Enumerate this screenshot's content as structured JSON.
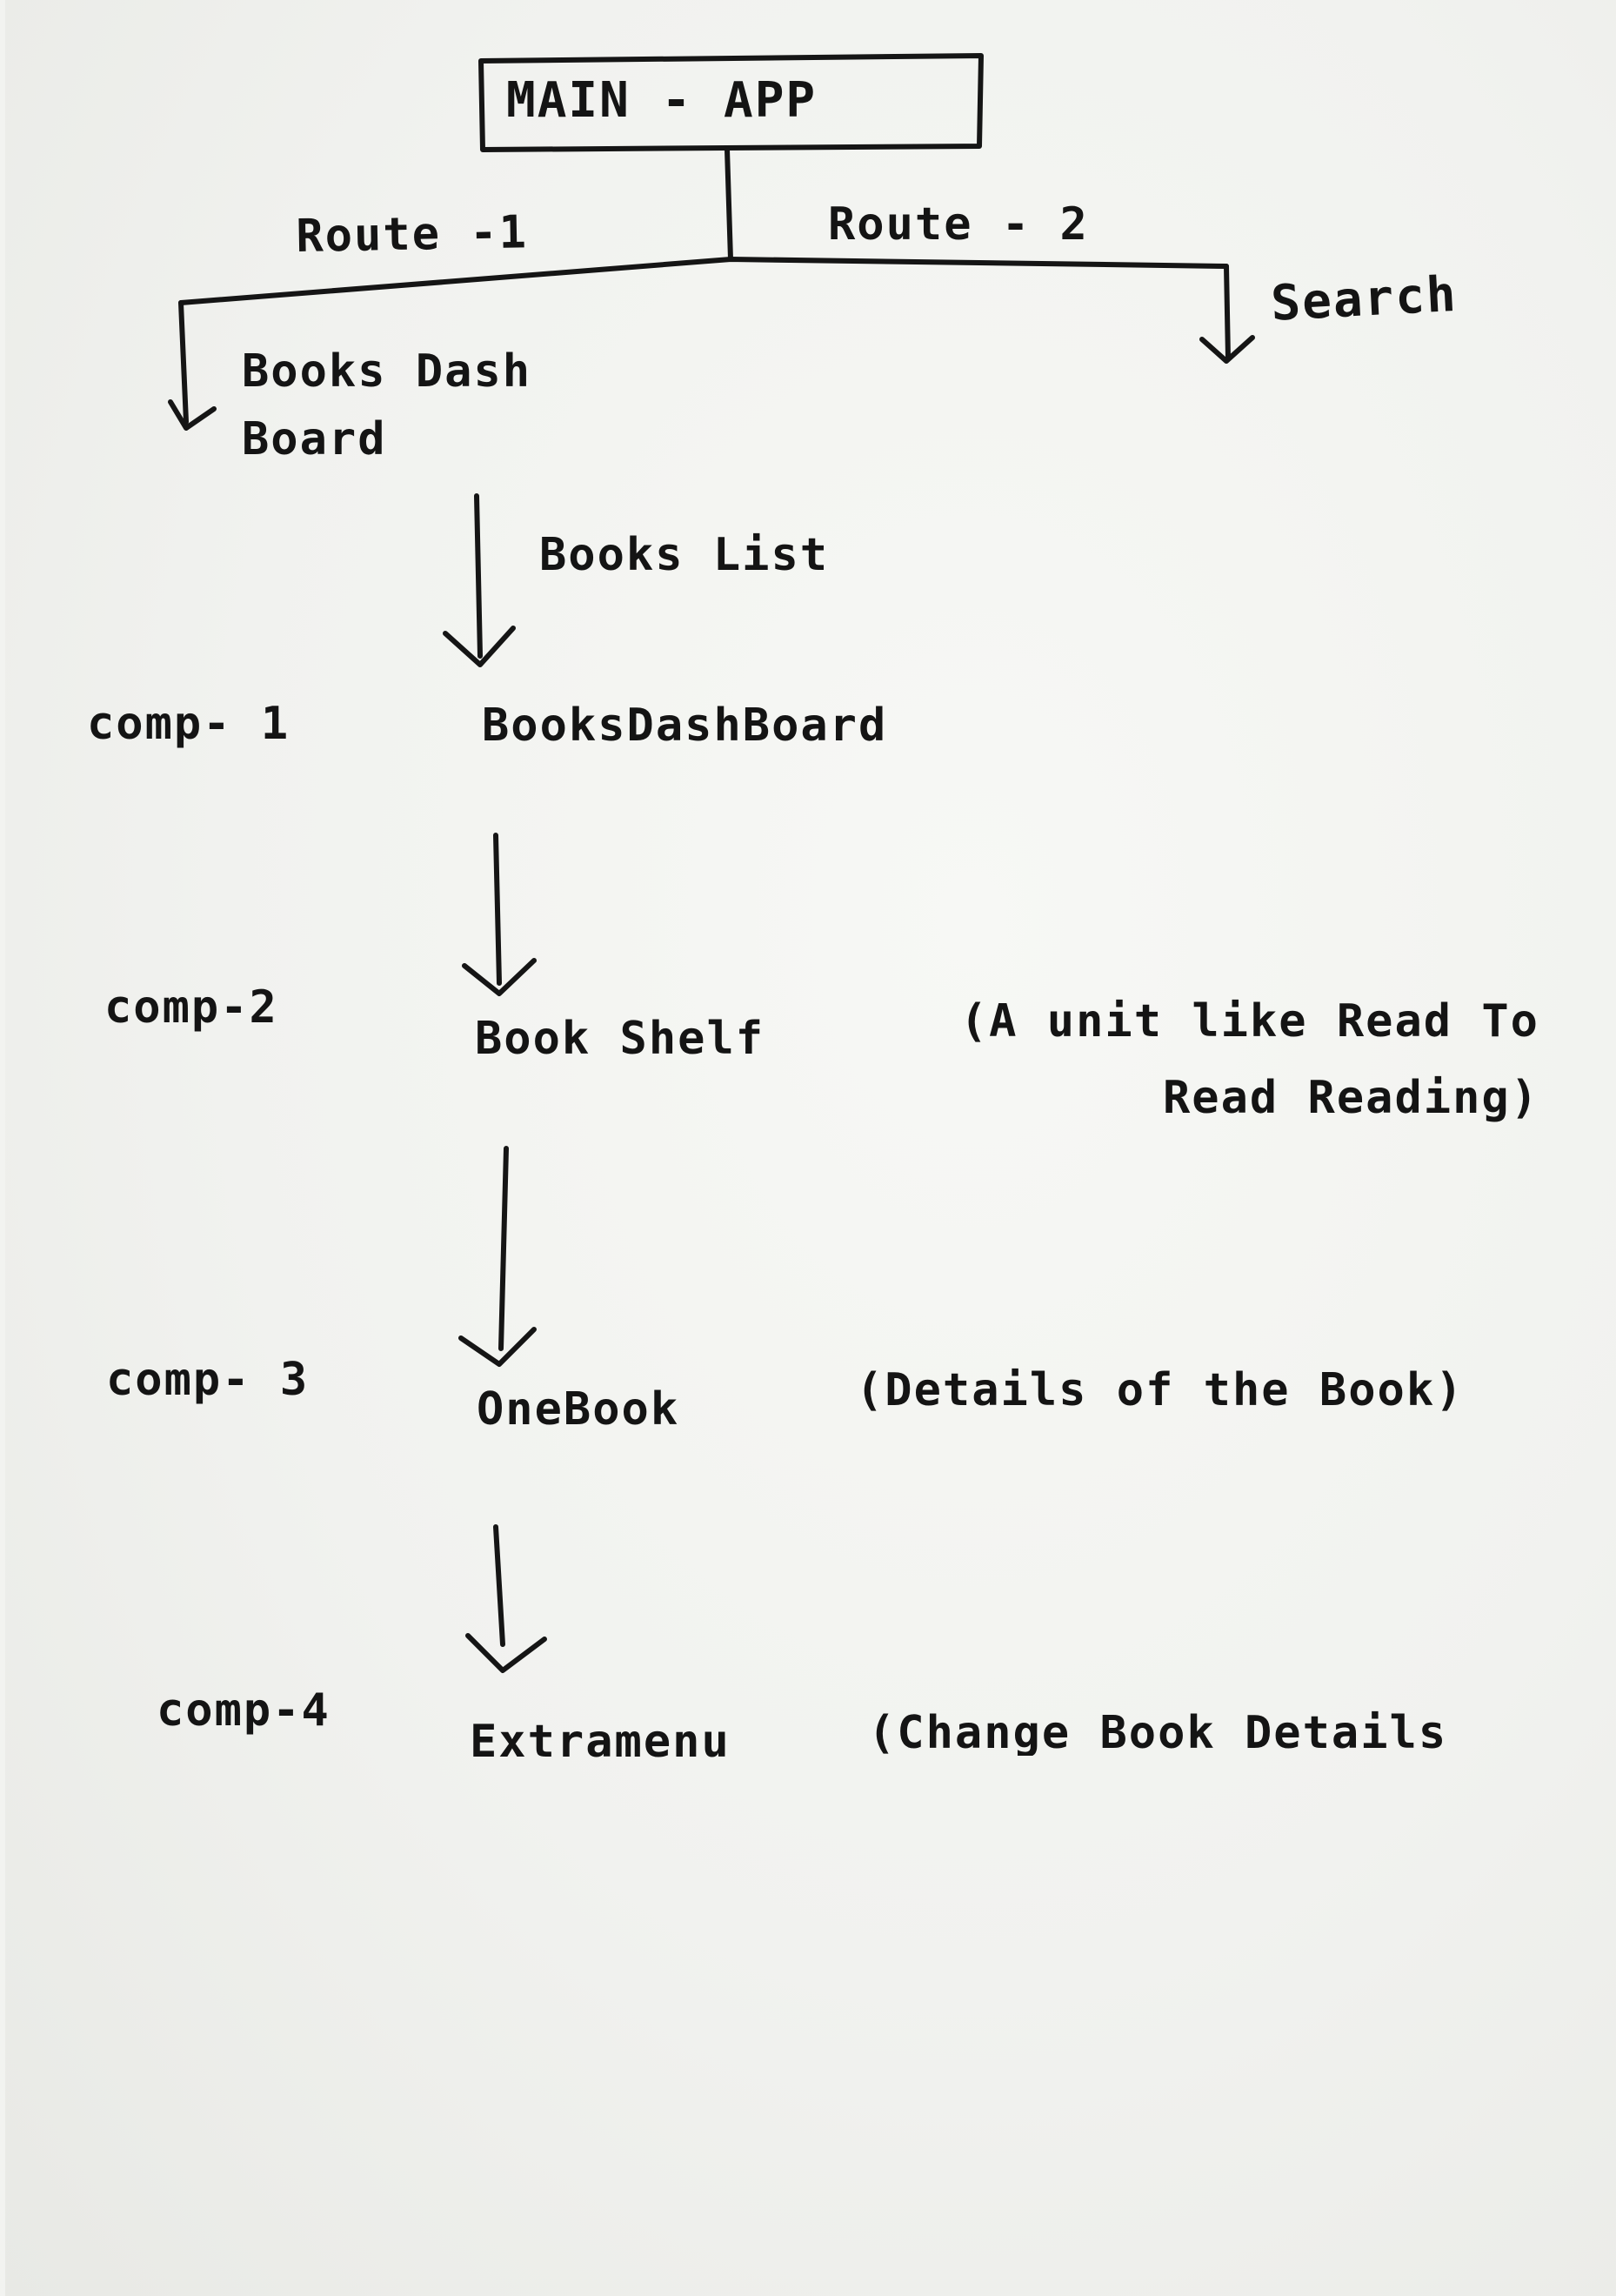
{
  "diagram": {
    "root": "MAIN - APP",
    "routes": [
      {
        "label": "Route -1",
        "target": "Books Dash Board"
      },
      {
        "label": "Route - 2",
        "target": "Search"
      }
    ],
    "edge_label": "Books List",
    "components": [
      {
        "id": "comp- 1",
        "name": "BooksDashBoard",
        "note": ""
      },
      {
        "id": "comp-2",
        "name": "Book Shelf",
        "note": "(A unit like Read To Read Reading)"
      },
      {
        "id": "comp- 3",
        "name": "OneBook",
        "note": "(Details of the Book)"
      },
      {
        "id": "comp-4",
        "name": "Extramenu",
        "note": "(Change Book Details"
      }
    ]
  }
}
